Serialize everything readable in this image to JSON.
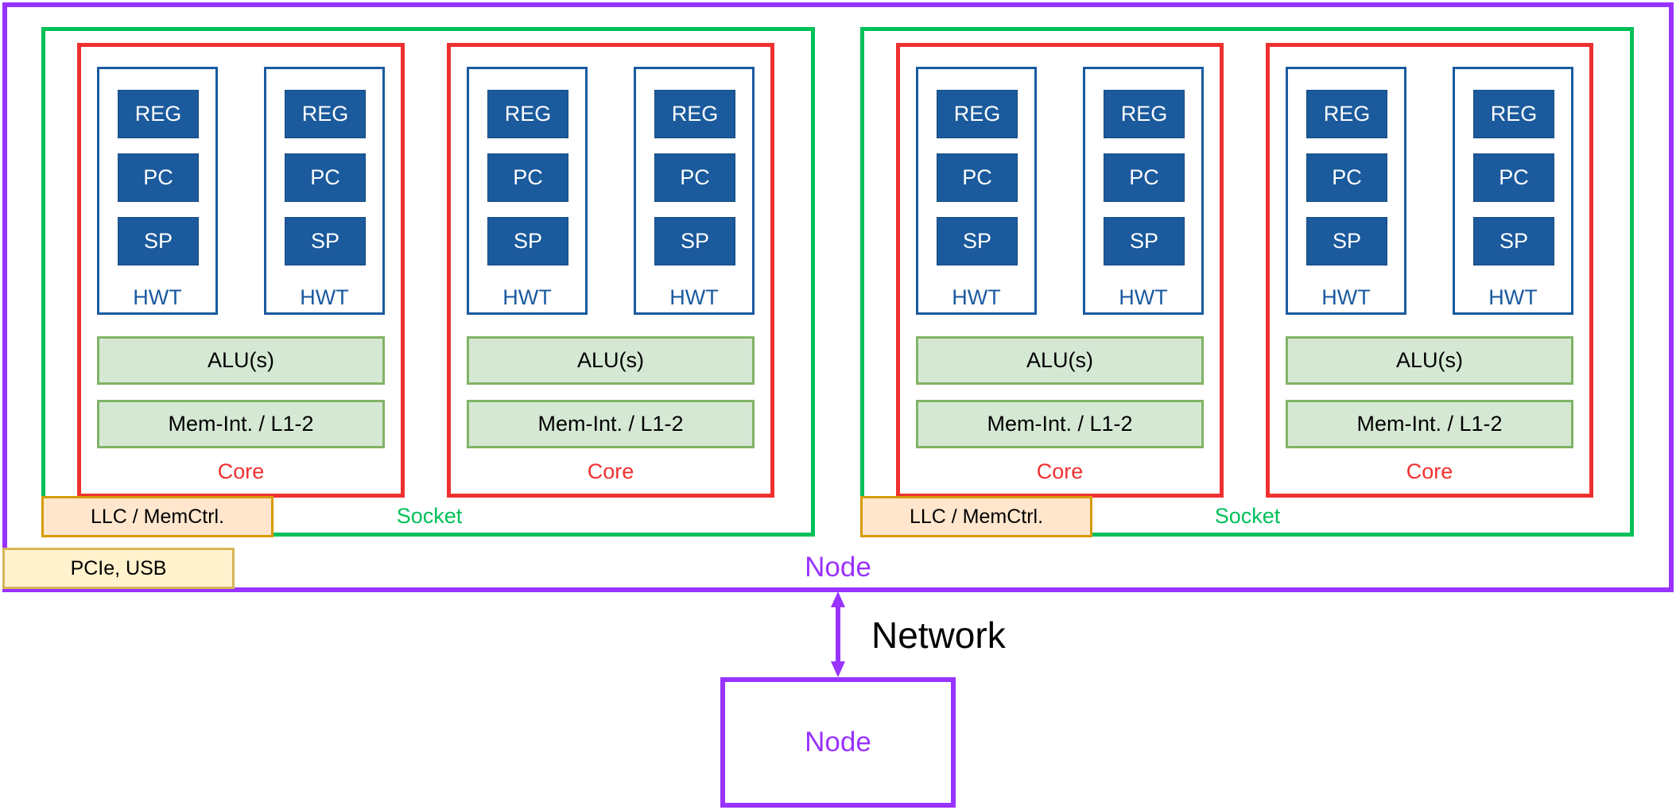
{
  "node": {
    "label": "Node",
    "peripherals": "PCIe, USB",
    "sockets": [
      {
        "label": "Socket",
        "llc": "LLC / MemCtrl.",
        "cores": [
          {
            "label": "Core",
            "alu": "ALU(s)",
            "mem": "Mem-Int. / L1-2",
            "threads": [
              {
                "label": "HWT",
                "registers": [
                  "REG",
                  "PC",
                  "SP"
                ]
              },
              {
                "label": "HWT",
                "registers": [
                  "REG",
                  "PC",
                  "SP"
                ]
              }
            ]
          },
          {
            "label": "Core",
            "alu": "ALU(s)",
            "mem": "Mem-Int. / L1-2",
            "threads": [
              {
                "label": "HWT",
                "registers": [
                  "REG",
                  "PC",
                  "SP"
                ]
              },
              {
                "label": "HWT",
                "registers": [
                  "REG",
                  "PC",
                  "SP"
                ]
              }
            ]
          }
        ]
      },
      {
        "label": "Socket",
        "llc": "LLC / MemCtrl.",
        "cores": [
          {
            "label": "Core",
            "alu": "ALU(s)",
            "mem": "Mem-Int. / L1-2",
            "threads": [
              {
                "label": "HWT",
                "registers": [
                  "REG",
                  "PC",
                  "SP"
                ]
              },
              {
                "label": "HWT",
                "registers": [
                  "REG",
                  "PC",
                  "SP"
                ]
              }
            ]
          },
          {
            "label": "Core",
            "alu": "ALU(s)",
            "mem": "Mem-Int. / L1-2",
            "threads": [
              {
                "label": "HWT",
                "registers": [
                  "REG",
                  "PC",
                  "SP"
                ]
              },
              {
                "label": "HWT",
                "registers": [
                  "REG",
                  "PC",
                  "SP"
                ]
              }
            ]
          }
        ]
      }
    ]
  },
  "network": {
    "label": "Network"
  },
  "remote_node": {
    "label": "Node"
  },
  "colors": {
    "node": "#9933ff",
    "socket": "#00c05a",
    "core": "#f03030",
    "hwt": "#1a5aa0",
    "register_fill": "#1b5a9c",
    "unit_fill": "#d5e8d4",
    "llc_fill": "#ffe6cc",
    "peripheral_fill": "#fff2cc"
  }
}
